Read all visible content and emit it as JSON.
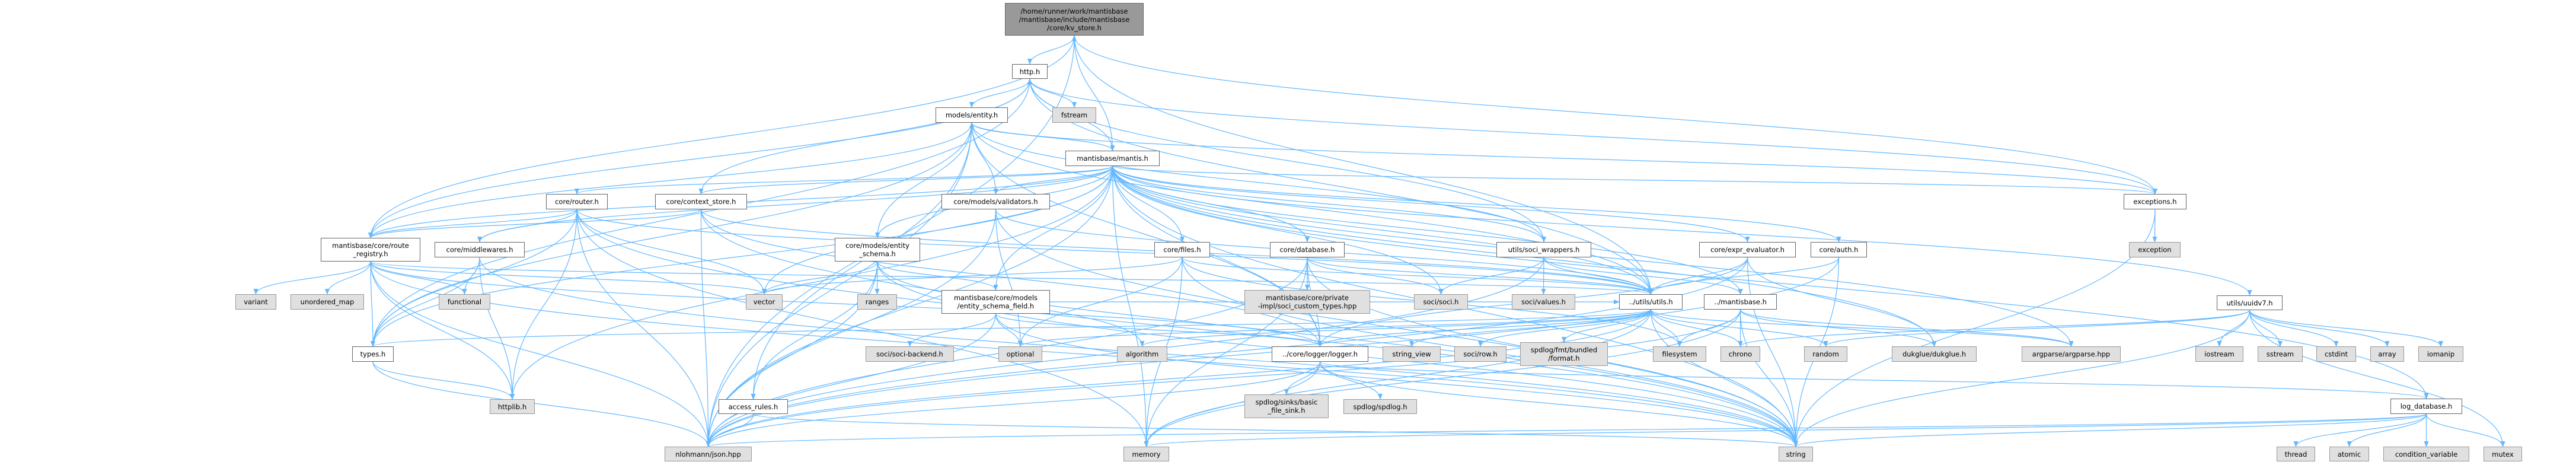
{
  "colors": {
    "edge": "#63b8ff",
    "main_fill": "#999999",
    "file_fill": "#ffffff",
    "system_fill": "#e0e0e0"
  },
  "nodes": [
    {
      "id": "kv_store",
      "kind": "main",
      "lines": [
        "/home/runner/work/mantisbase",
        "/mantisbase/include/mantisbase",
        "/core/kv_store.h"
      ]
    },
    {
      "id": "http",
      "kind": "file",
      "lines": [
        "http.h"
      ]
    },
    {
      "id": "entity",
      "kind": "file",
      "lines": [
        "models/entity.h"
      ]
    },
    {
      "id": "fstream",
      "kind": "sys",
      "lines": [
        "fstream"
      ]
    },
    {
      "id": "mantis",
      "kind": "file",
      "lines": [
        "mantisbase/mantis.h"
      ]
    },
    {
      "id": "router",
      "kind": "file",
      "lines": [
        "core/router.h"
      ]
    },
    {
      "id": "context_store",
      "kind": "file",
      "lines": [
        "core/context_store.h"
      ]
    },
    {
      "id": "validators",
      "kind": "file",
      "lines": [
        "core/models/validators.h"
      ]
    },
    {
      "id": "exceptions",
      "kind": "file",
      "lines": [
        "exceptions.h"
      ]
    },
    {
      "id": "route_registry",
      "kind": "file",
      "lines": [
        "mantisbase/core/route",
        "_registry.h"
      ]
    },
    {
      "id": "middlewares",
      "kind": "file",
      "lines": [
        "core/middlewares.h"
      ]
    },
    {
      "id": "entity_schema",
      "kind": "file",
      "lines": [
        "core/models/entity",
        "_schema.h"
      ]
    },
    {
      "id": "files",
      "kind": "file",
      "lines": [
        "core/files.h"
      ]
    },
    {
      "id": "database",
      "kind": "file",
      "lines": [
        "core/database.h"
      ]
    },
    {
      "id": "soci_wrappers",
      "kind": "file",
      "lines": [
        "utils/soci_wrappers.h"
      ]
    },
    {
      "id": "expr_evaluator",
      "kind": "file",
      "lines": [
        "core/expr_evaluator.h"
      ]
    },
    {
      "id": "auth",
      "kind": "file",
      "lines": [
        "core/auth.h"
      ]
    },
    {
      "id": "exception",
      "kind": "sys",
      "lines": [
        "exception"
      ]
    },
    {
      "id": "variant",
      "kind": "sys",
      "lines": [
        "variant"
      ]
    },
    {
      "id": "unordered_map",
      "kind": "sys",
      "lines": [
        "unordered_map"
      ]
    },
    {
      "id": "functional",
      "kind": "sys",
      "lines": [
        "functional"
      ]
    },
    {
      "id": "vector",
      "kind": "sys",
      "lines": [
        "vector"
      ]
    },
    {
      "id": "ranges",
      "kind": "sys",
      "lines": [
        "ranges"
      ]
    },
    {
      "id": "entity_schema_field",
      "kind": "file",
      "lines": [
        "mantisbase/core/models",
        "/entity_schema_field.h"
      ]
    },
    {
      "id": "soci_custom",
      "kind": "sys",
      "lines": [
        "mantisbase/core/private",
        "-impl/soci_custom_types.hpp"
      ]
    },
    {
      "id": "soci",
      "kind": "sys",
      "lines": [
        "soci/soci.h"
      ]
    },
    {
      "id": "soci_values",
      "kind": "sys",
      "lines": [
        "soci/values.h"
      ]
    },
    {
      "id": "utils",
      "kind": "file",
      "lines": [
        "../utils/utils.h"
      ]
    },
    {
      "id": "mantisbase",
      "kind": "file",
      "lines": [
        "../mantisbase.h"
      ]
    },
    {
      "id": "uuidv7",
      "kind": "file",
      "lines": [
        "utils/uuidv7.h"
      ]
    },
    {
      "id": "types",
      "kind": "file",
      "lines": [
        "types.h"
      ]
    },
    {
      "id": "soci_backend",
      "kind": "sys",
      "lines": [
        "soci/soci-backend.h"
      ]
    },
    {
      "id": "optional",
      "kind": "sys",
      "lines": [
        "optional"
      ]
    },
    {
      "id": "algorithm",
      "kind": "sys",
      "lines": [
        "algorithm"
      ]
    },
    {
      "id": "logger",
      "kind": "file",
      "lines": [
        "../core/logger/logger.h"
      ]
    },
    {
      "id": "string_view",
      "kind": "sys",
      "lines": [
        "string_view"
      ]
    },
    {
      "id": "soci_row",
      "kind": "sys",
      "lines": [
        "soci/row.h"
      ]
    },
    {
      "id": "fmt",
      "kind": "sys",
      "lines": [
        "spdlog/fmt/bundled",
        "/format.h"
      ]
    },
    {
      "id": "filesystem",
      "kind": "sys",
      "lines": [
        "filesystem"
      ]
    },
    {
      "id": "chrono",
      "kind": "sys",
      "lines": [
        "chrono"
      ]
    },
    {
      "id": "random",
      "kind": "sys",
      "lines": [
        "random"
      ]
    },
    {
      "id": "dukglue",
      "kind": "sys",
      "lines": [
        "dukglue/dukglue.h"
      ]
    },
    {
      "id": "argparse",
      "kind": "sys",
      "lines": [
        "argparse/argparse.hpp"
      ]
    },
    {
      "id": "iostream",
      "kind": "sys",
      "lines": [
        "iostream"
      ]
    },
    {
      "id": "sstream",
      "kind": "sys",
      "lines": [
        "sstream"
      ]
    },
    {
      "id": "cstdint",
      "kind": "sys",
      "lines": [
        "cstdint"
      ]
    },
    {
      "id": "array",
      "kind": "sys",
      "lines": [
        "array"
      ]
    },
    {
      "id": "iomanip",
      "kind": "sys",
      "lines": [
        "iomanip"
      ]
    },
    {
      "id": "httplib",
      "kind": "sys",
      "lines": [
        "httplib.h"
      ]
    },
    {
      "id": "access_rules",
      "kind": "file",
      "lines": [
        "access_rules.h"
      ]
    },
    {
      "id": "basic_sink",
      "kind": "sys",
      "lines": [
        "spdlog/sinks/basic",
        "_file_sink.h"
      ]
    },
    {
      "id": "spdlog",
      "kind": "sys",
      "lines": [
        "spdlog/spdlog.h"
      ]
    },
    {
      "id": "log_database",
      "kind": "file",
      "lines": [
        "log_database.h"
      ]
    },
    {
      "id": "json",
      "kind": "sys",
      "lines": [
        "nlohmann/json.hpp"
      ]
    },
    {
      "id": "memory",
      "kind": "sys",
      "lines": [
        "memory"
      ]
    },
    {
      "id": "string",
      "kind": "sys",
      "lines": [
        "string"
      ]
    },
    {
      "id": "thread",
      "kind": "sys",
      "lines": [
        "thread"
      ]
    },
    {
      "id": "atomic",
      "kind": "sys",
      "lines": [
        "atomic"
      ]
    },
    {
      "id": "condition_variable",
      "kind": "sys",
      "lines": [
        "condition_variable"
      ]
    },
    {
      "id": "mutex",
      "kind": "sys",
      "lines": [
        "mutex"
      ]
    }
  ],
  "edges": [
    [
      "kv_store",
      "http"
    ],
    [
      "kv_store",
      "route_registry"
    ],
    [
      "kv_store",
      "json"
    ],
    [
      "kv_store",
      "utils"
    ],
    [
      "kv_store",
      "exceptions"
    ],
    [
      "http",
      "entity"
    ],
    [
      "http",
      "fstream"
    ],
    [
      "http",
      "exceptions"
    ],
    [
      "http",
      "route_registry"
    ],
    [
      "http",
      "types"
    ],
    [
      "http",
      "context_store"
    ],
    [
      "http",
      "soci_wrappers"
    ],
    [
      "http",
      "utils"
    ],
    [
      "entity",
      "mantis"
    ],
    [
      "entity",
      "types"
    ],
    [
      "entity",
      "route_registry"
    ],
    [
      "entity",
      "json"
    ],
    [
      "entity",
      "access_rules"
    ],
    [
      "entity",
      "soci_wrappers"
    ],
    [
      "entity",
      "utils"
    ],
    [
      "entity",
      "exceptions"
    ],
    [
      "entity",
      "logger"
    ],
    [
      "mantis",
      "kv_store"
    ],
    [
      "mantis",
      "http"
    ],
    [
      "mantis",
      "entity"
    ],
    [
      "mantis",
      "router"
    ],
    [
      "mantis",
      "context_store"
    ],
    [
      "mantis",
      "validators"
    ],
    [
      "mantis",
      "entity_schema"
    ],
    [
      "mantis",
      "files"
    ],
    [
      "mantis",
      "database"
    ],
    [
      "mantis",
      "soci_wrappers"
    ],
    [
      "mantis",
      "expr_evaluator"
    ],
    [
      "mantis",
      "auth"
    ],
    [
      "mantis",
      "exceptions"
    ],
    [
      "mantis",
      "uuidv7"
    ],
    [
      "mantis",
      "log_database"
    ],
    [
      "mantis",
      "route_registry"
    ],
    [
      "mantis",
      "middlewares"
    ],
    [
      "mantis",
      "types"
    ],
    [
      "mantis",
      "httplib"
    ],
    [
      "mantis",
      "json"
    ],
    [
      "mantis",
      "entity_schema_field"
    ],
    [
      "mantis",
      "utils"
    ],
    [
      "mantis",
      "mantisbase"
    ],
    [
      "mantis",
      "logger"
    ],
    [
      "mantis",
      "argparse"
    ],
    [
      "mantis",
      "soci"
    ],
    [
      "mantis",
      "vector"
    ],
    [
      "mantis",
      "string"
    ],
    [
      "mantis",
      "memory"
    ],
    [
      "mantis",
      "dukglue"
    ],
    [
      "router",
      "route_registry"
    ],
    [
      "router",
      "types"
    ],
    [
      "router",
      "httplib"
    ],
    [
      "router",
      "json"
    ],
    [
      "router",
      "vector"
    ],
    [
      "router",
      "string"
    ],
    [
      "router",
      "memory"
    ],
    [
      "router",
      "utils"
    ],
    [
      "router",
      "middlewares"
    ],
    [
      "context_store",
      "route_registry"
    ],
    [
      "context_store",
      "json"
    ],
    [
      "context_store",
      "utils"
    ],
    [
      "context_store",
      "logger"
    ],
    [
      "context_store",
      "string"
    ],
    [
      "validators",
      "entity"
    ],
    [
      "validators",
      "json"
    ],
    [
      "validators",
      "utils"
    ],
    [
      "validators",
      "optional"
    ],
    [
      "validators",
      "string"
    ],
    [
      "entity_schema",
      "entity"
    ],
    [
      "entity_schema",
      "vector"
    ],
    [
      "entity_schema",
      "ranges"
    ],
    [
      "entity_schema",
      "entity_schema_field"
    ],
    [
      "entity_schema",
      "access_rules"
    ],
    [
      "entity_schema",
      "json"
    ],
    [
      "entity_schema",
      "algorithm"
    ],
    [
      "entity_schema",
      "string"
    ],
    [
      "route_registry",
      "variant"
    ],
    [
      "route_registry",
      "unordered_map"
    ],
    [
      "route_registry",
      "functional"
    ],
    [
      "route_registry",
      "types"
    ],
    [
      "route_registry",
      "httplib"
    ],
    [
      "route_registry",
      "json"
    ],
    [
      "route_registry",
      "vector"
    ],
    [
      "route_registry",
      "string"
    ],
    [
      "route_registry",
      "utils"
    ],
    [
      "route_registry",
      "logger"
    ],
    [
      "middlewares",
      "functional"
    ],
    [
      "middlewares",
      "types"
    ],
    [
      "middlewares",
      "httplib"
    ],
    [
      "middlewares",
      "string"
    ],
    [
      "types",
      "httplib"
    ],
    [
      "types",
      "json"
    ],
    [
      "access_rules",
      "json"
    ],
    [
      "access_rules",
      "string"
    ],
    [
      "entity_schema_field",
      "soci_backend"
    ],
    [
      "entity_schema_field",
      "optional"
    ],
    [
      "entity_schema_field",
      "json"
    ],
    [
      "entity_schema_field",
      "string"
    ],
    [
      "entity_schema_field",
      "utils"
    ],
    [
      "entity_schema_field",
      "logger"
    ],
    [
      "files",
      "optional"
    ],
    [
      "files",
      "vector"
    ],
    [
      "files",
      "string"
    ],
    [
      "files",
      "utils"
    ],
    [
      "files",
      "memory"
    ],
    [
      "files",
      "filesystem"
    ],
    [
      "database",
      "soci_custom"
    ],
    [
      "database",
      "soci"
    ],
    [
      "database",
      "logger"
    ],
    [
      "database",
      "utils"
    ],
    [
      "database",
      "memory"
    ],
    [
      "database",
      "json"
    ],
    [
      "database",
      "string"
    ],
    [
      "soci_wrappers",
      "soci_values"
    ],
    [
      "soci_wrappers",
      "utils"
    ],
    [
      "soci_wrappers",
      "mantisbase"
    ],
    [
      "soci_wrappers",
      "soci"
    ],
    [
      "soci_wrappers",
      "json"
    ],
    [
      "expr_evaluator",
      "utils"
    ],
    [
      "expr_evaluator",
      "dukglue"
    ],
    [
      "expr_evaluator",
      "string"
    ],
    [
      "expr_evaluator",
      "json"
    ],
    [
      "expr_evaluator",
      "logger"
    ],
    [
      "auth",
      "utils"
    ],
    [
      "auth",
      "string"
    ],
    [
      "auth",
      "json"
    ],
    [
      "exceptions",
      "exception"
    ],
    [
      "exceptions",
      "string"
    ],
    [
      "utils",
      "logger"
    ],
    [
      "utils",
      "string_view"
    ],
    [
      "utils",
      "soci_row"
    ],
    [
      "utils",
      "fmt"
    ],
    [
      "utils",
      "filesystem"
    ],
    [
      "utils",
      "chrono"
    ],
    [
      "utils",
      "random"
    ],
    [
      "utils",
      "json"
    ],
    [
      "utils",
      "string"
    ],
    [
      "utils",
      "optional"
    ],
    [
      "utils",
      "algorithm"
    ],
    [
      "utils",
      "types"
    ],
    [
      "utils",
      "argparse"
    ],
    [
      "utils",
      "memory"
    ],
    [
      "mantisbase",
      "filesystem"
    ],
    [
      "mantisbase",
      "chrono"
    ],
    [
      "mantisbase",
      "dukglue"
    ],
    [
      "mantisbase",
      "argparse"
    ],
    [
      "mantisbase",
      "string"
    ],
    [
      "mantisbase",
      "memory"
    ],
    [
      "mantisbase",
      "json"
    ],
    [
      "logger",
      "basic_sink"
    ],
    [
      "logger",
      "spdlog"
    ],
    [
      "logger",
      "log_database"
    ],
    [
      "logger",
      "json"
    ],
    [
      "logger",
      "memory"
    ],
    [
      "logger",
      "string"
    ],
    [
      "uuidv7",
      "iostream"
    ],
    [
      "uuidv7",
      "sstream"
    ],
    [
      "uuidv7",
      "cstdint"
    ],
    [
      "uuidv7",
      "array"
    ],
    [
      "uuidv7",
      "iomanip"
    ],
    [
      "uuidv7",
      "mutex"
    ],
    [
      "uuidv7",
      "chrono"
    ],
    [
      "uuidv7",
      "random"
    ],
    [
      "uuidv7",
      "string"
    ],
    [
      "log_database",
      "thread"
    ],
    [
      "log_database",
      "atomic"
    ],
    [
      "log_database",
      "condition_variable"
    ],
    [
      "log_database",
      "mutex"
    ],
    [
      "log_database",
      "string"
    ],
    [
      "log_database",
      "json"
    ],
    [
      "log_database",
      "memory"
    ]
  ]
}
